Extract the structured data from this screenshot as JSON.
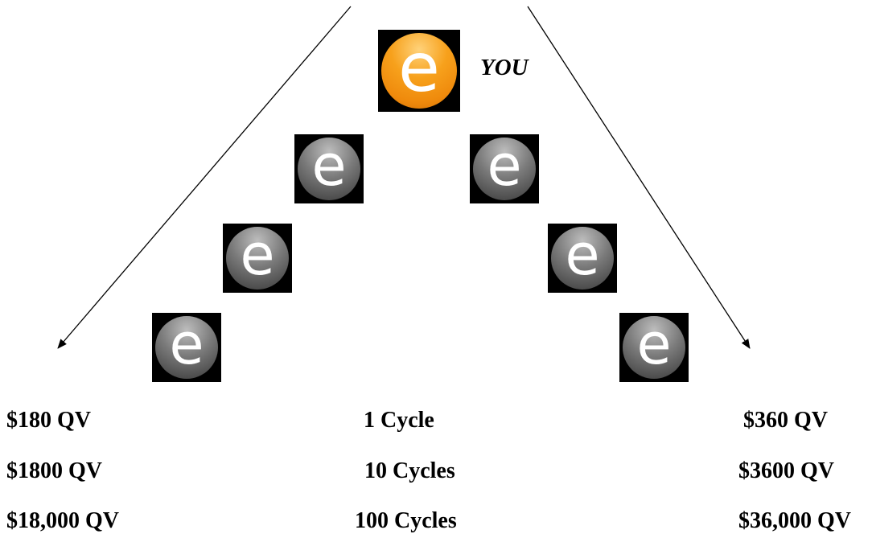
{
  "top_node": {
    "icon": "orange-e-icon",
    "label": "YOU"
  },
  "left_leg": {
    "icon": "gray-e-icon",
    "values": [
      "$180 QV",
      "$1800 QV",
      "$18,000 QV"
    ]
  },
  "center": {
    "values": [
      "1 Cycle",
      "10 Cycles",
      "100 Cycles"
    ]
  },
  "right_leg": {
    "icon": "gray-e-icon",
    "values": [
      "$360 QV",
      "$3600 QV",
      "$36,000 QV"
    ]
  },
  "glyph": "e",
  "colors": {
    "you_orange": "#f7a11c",
    "member_gray": "#7a7a7a",
    "arrow": "#000000"
  }
}
